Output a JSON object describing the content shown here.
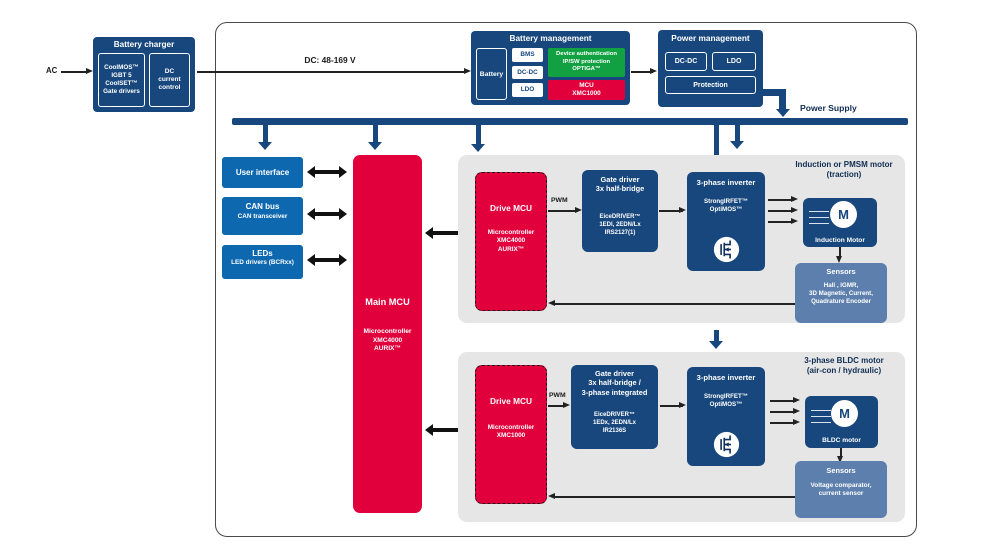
{
  "colors": {
    "navy": "#17477d",
    "blue": "#0d68b0",
    "red": "#e2003c",
    "green": "#12a142",
    "steel": "#5d7fae",
    "panel": "#e6e6e6",
    "ink": "#1a1a1a",
    "heading": "#102d52"
  },
  "labels": {
    "ac": "AC",
    "dc_link": "DC: 48-169 V",
    "power_supply": "Power Supply"
  },
  "battery_charger": {
    "title": "Battery charger",
    "devices": "CoolMOS™\nIGBT 5\nCoolSET™\nGate drivers",
    "control": "DC\ncurrent\ncontrol"
  },
  "battery_management": {
    "title": "Battery management",
    "battery": "Battery",
    "chips": [
      "BMS",
      "DC-DC",
      "LDO"
    ],
    "optiga": "Device authentication\nIP/SW protection\nOPTIGA™",
    "mcu": "MCU\nXMC1000"
  },
  "power_management": {
    "title": "Power management",
    "chips": [
      "DC-DC",
      "LDO",
      "Protection"
    ]
  },
  "peripherals": [
    {
      "title": "User interface",
      "subtitle": ""
    },
    {
      "title": "CAN bus",
      "subtitle": "CAN transceiver"
    },
    {
      "title": "LEDs",
      "subtitle": "LED drivers (BCRxx)"
    }
  ],
  "main_mcu": {
    "title": "Main MCU",
    "subtitle": "Microcontroller\nXMC4000\nAURIX™"
  },
  "traction": {
    "heading": "Induction or PMSM motor\n(traction)",
    "drive_mcu": {
      "title": "Drive MCU",
      "subtitle": "Microcontroller\nXMC4000\nAURIX™"
    },
    "pwm": "PWM",
    "gate_driver": {
      "title": "Gate driver\n3x half-bridge",
      "subtitle": "EiceDRIVER™\n1EDI, 2EDN/Lx\nIRS2127(1)"
    },
    "inverter": {
      "title": "3-phase inverter",
      "subtitle": "StrongIRFET™\nOptiMOS™"
    },
    "motor": {
      "letter": "M",
      "label": "Induction Motor"
    },
    "sensors": {
      "title": "Sensors",
      "subtitle": "Hall , IGMR,\n3D Magnetic, Current,\nQuadrature Encoder"
    }
  },
  "bldc": {
    "heading": "3-phase BLDC motor\n(air-con / hydraulic)",
    "drive_mcu": {
      "title": "Drive MCU",
      "subtitle": "Microcontroller\nXMC1000"
    },
    "pwm": "PWM",
    "gate_driver": {
      "title": "Gate driver\n3x half-bridge /\n3-phase integrated",
      "subtitle": "EiceDRIVER™\n1EDx, 2EDN/Lx\nIR2136S"
    },
    "inverter": {
      "title": "3-phase inverter",
      "subtitle": "StrongIRFET™\nOptiMOS™"
    },
    "motor": {
      "letter": "M",
      "label": "BLDC motor"
    },
    "sensors": {
      "title": "Sensors",
      "subtitle": "Voltage comparator,\ncurrent sensor"
    }
  }
}
